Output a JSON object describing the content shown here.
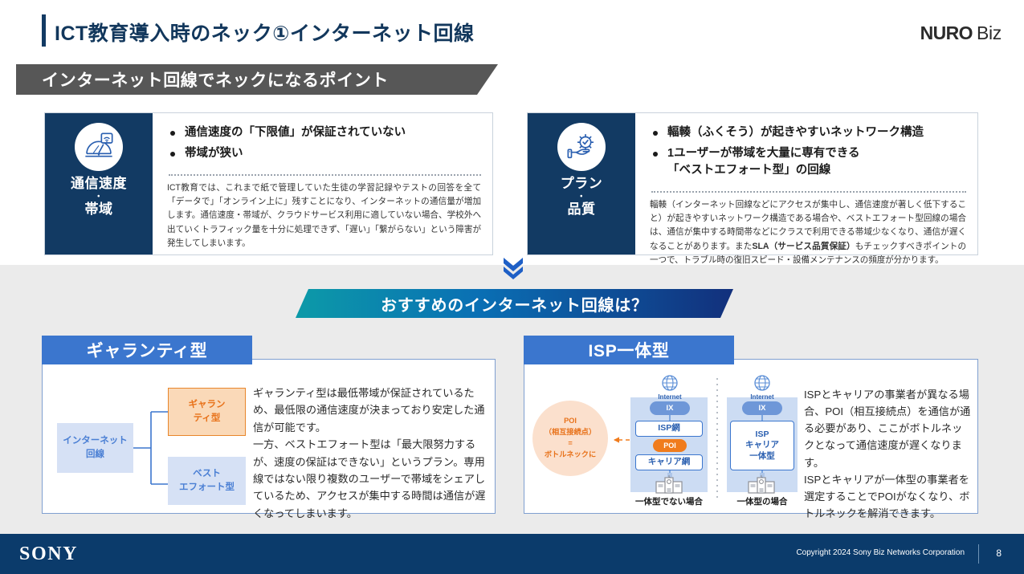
{
  "header": {
    "title": "ICT教育導入時のネック①インターネット回線",
    "brand_nuro": "NURO",
    "brand_biz": "Biz"
  },
  "section_header": {
    "label": "インターネット回線でネックになるポイント",
    "background_color": "#575757"
  },
  "issue_cards": [
    {
      "badge_label_line1": "通信速度",
      "badge_label_line2": "帯域",
      "badge_separator": "・",
      "icon": "speedometer-wifi-icon",
      "bullets": [
        "通信速度の「下限値」が保証されていない",
        "帯域が狭い"
      ],
      "note": "ICT教育では、これまで紙で管理していた生徒の学習記録やテストの回答を全て「データで」「オンライン上に」残すことになり、インターネットの通信量が増加します。通信速度・帯域が、クラウドサービス利用に適していない場合、学校外へ出ていくトラフィック量を十分に処理できず、「遅い」「繋がらない」という障害が発生してしまいます。"
    },
    {
      "badge_label_line1": "プラン",
      "badge_label_line2": "品質",
      "badge_separator": "・",
      "icon": "hand-gear-check-icon",
      "bullets": [
        "輻輳（ふくそう）が起きやすいネットワーク構造",
        "1ユーザーが帯域を大量に専有できる"
      ],
      "bullet2_sub": "「ベストエフォート型」の回線",
      "note_prefix": "輻輳（インターネット回線などにアクセスが集中し、通信速度が著しく低下すること）が起きやすいネットワーク構造である場合や、ベストエフォート型回線の場合は、通信が集中する時間帯などにクラスで利用できる帯域少なくなり、通信が遅くなることがあります。また",
      "note_bold": "SLA（サービス品質保証）",
      "note_suffix": "もチェックすべきポイントの一つで、トラブル時の復旧スピード・設備メンテナンスの頻度が分かります。"
    }
  ],
  "recommendation_banner": {
    "label": "おすすめのインターネット回線は？",
    "gradient_from": "#0c9aa8",
    "gradient_to": "#12307c"
  },
  "solutions": [
    {
      "title": "ギャランティ型",
      "flow": {
        "root": "インターネット\n回線",
        "root_line1": "インターネット",
        "root_line2": "回線",
        "branch_highlight_line1": "ギャラン",
        "branch_highlight_line2": "ティ型",
        "branch_other_line1": "ベスト",
        "branch_other_line2": "エフォート型",
        "highlight_color": "#e8721a",
        "node_color": "#4a7fd4"
      },
      "description": "ギャランティ型は最低帯域が保証されているため、最低限の通信速度が決まっており安定した通信が可能です。\n一方、ベストエフォート型は「最大限努力するが、速度の保証はできない」というプラン。専用線ではない限り複数のユーザーで帯域をシェアしているため、アクセスが集中する時間は通信が遅くなってしまいます。",
      "description_p1": "ギャランティ型は最低帯域が保証されているため、最低限の通信速度が決まっており安定した通信が可能です。",
      "description_p2": "一方、ベストエフォート型は「最大限努力するが、速度の保証はできない」というプラン。専用線ではない限り複数のユーザーで帯域をシェアしているため、アクセスが集中する時間は通信が遅くなってしまいます。"
    },
    {
      "title": "ISP一体型",
      "diagram": {
        "poi_bubble_line1": "POI",
        "poi_bubble_line2": "（相互接続点）",
        "poi_bubble_line3": "=",
        "poi_bubble_line4": "ボトルネックに",
        "internet_label": "Internet",
        "ix_label": "IX",
        "left_box1": "ISP網",
        "left_poi": "POI",
        "left_box2": "キャリア網",
        "left_caption": "一体型でない場合",
        "right_box_line1": "ISP",
        "right_box_line2": "キャリア",
        "right_box_line3": "一体型",
        "right_caption": "一体型の場合"
      },
      "description_p1": "ISPとキャリアの事業者が異なる場合、POI（相互接続点）を通信が通る必要があり、ここがボトルネックとなって通信速度が遅くなります。",
      "description_p2": "ISPとキャリアが一体型の事業者を選定することでPOIがなくなり、ボトルネックを解消できます。"
    }
  ],
  "footer": {
    "logo": "SONY",
    "copyright": "Copyright 2024 Sony Biz Networks Corporation",
    "page_number": "8",
    "background_color": "#0b3b6b"
  }
}
